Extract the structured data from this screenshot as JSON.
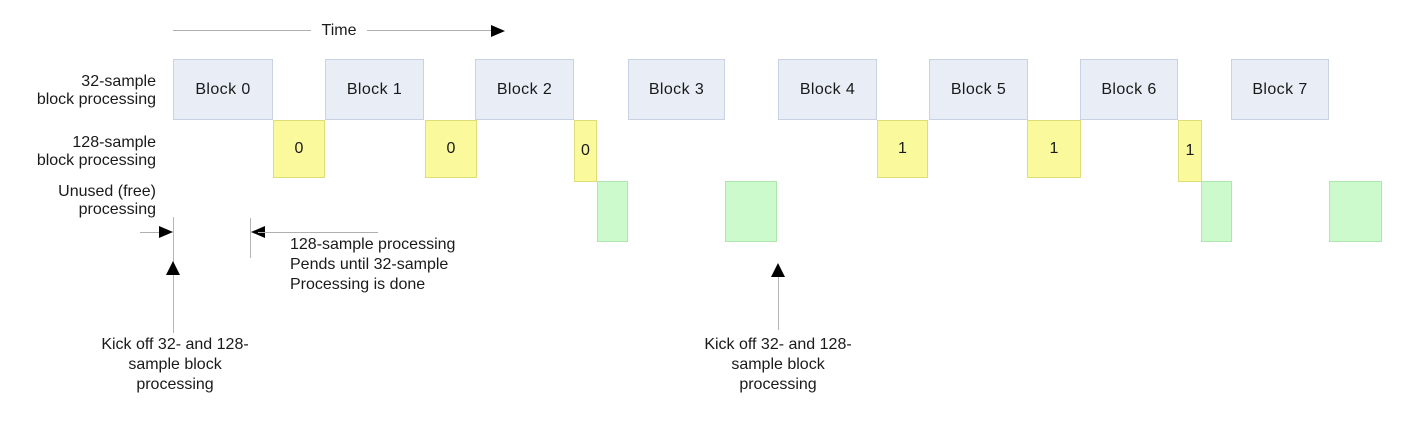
{
  "time_axis": {
    "label": "Time"
  },
  "rows": [
    {
      "label": "32-sample\nblock processing"
    },
    {
      "label": "128-sample\nblock processing"
    },
    {
      "label": "Unused (free)\nprocessing"
    }
  ],
  "blocks_32": [
    {
      "label": "Block 0"
    },
    {
      "label": "Block 1"
    },
    {
      "label": "Block 2"
    },
    {
      "label": "Block 3"
    },
    {
      "label": "Block 4"
    },
    {
      "label": "Block 5"
    },
    {
      "label": "Block 6"
    },
    {
      "label": "Block 7"
    }
  ],
  "blocks_128": [
    {
      "label": "0"
    },
    {
      "label": "0"
    },
    {
      "label": "0"
    },
    {
      "label": "1"
    },
    {
      "label": "1"
    },
    {
      "label": "1"
    }
  ],
  "free_blocks_count": 4,
  "annotations": {
    "pend_note": "128-sample processing\nPends until 32-sample\nProcessing is done",
    "kickoff_note": "Kick off 32- and 128-\nsample block\nprocessing"
  },
  "colors": {
    "block_32_fill": "#E8EDF6",
    "block_32_border": "#C9D2E3",
    "block_128_fill": "#FAFA9C",
    "block_128_border": "#DEDE78",
    "free_fill": "#CCFACC",
    "free_border": "#AFE6AF",
    "line_gray": "#AFAFAF",
    "arrow_black": "#000000",
    "text": "#1a1a1a"
  }
}
